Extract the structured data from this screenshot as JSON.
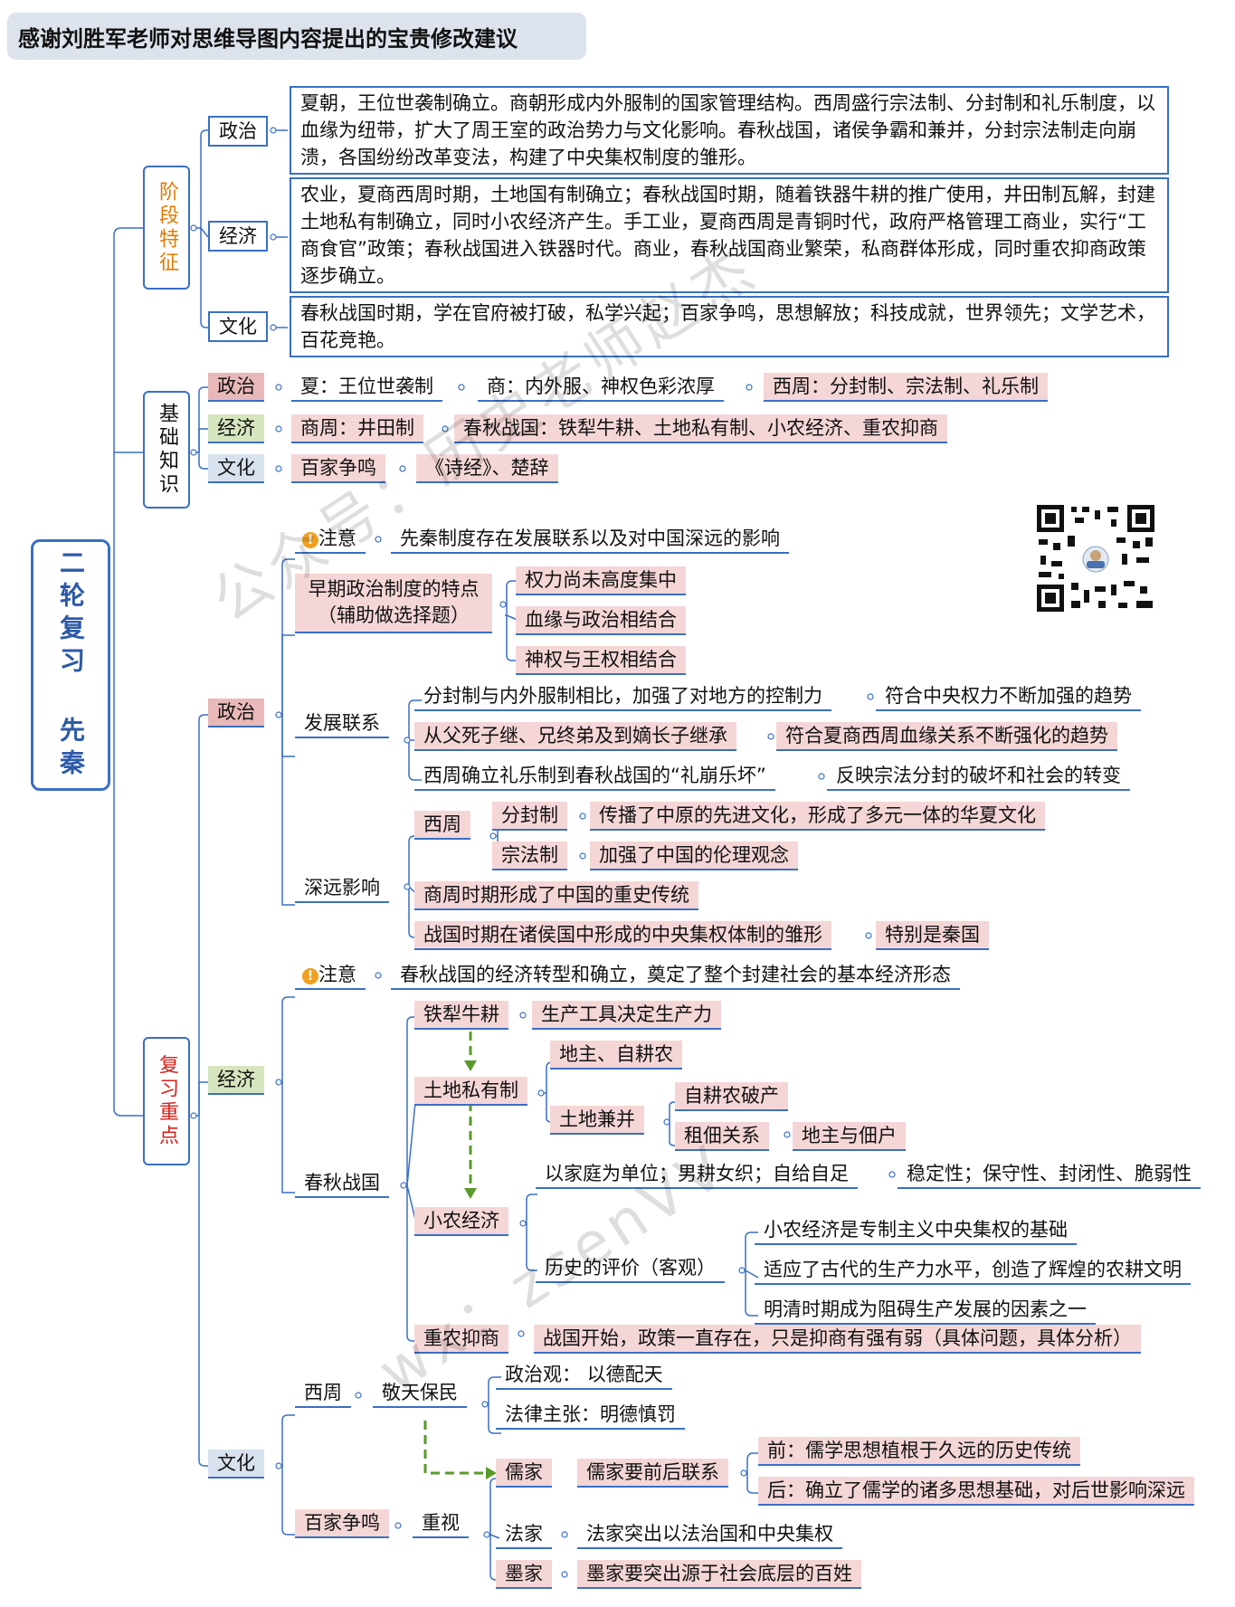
{
  "title": "感谢刘胜军老师对思维导图内容提出的宝贵修改建议",
  "root": "二轮复习 先秦",
  "watermarks": [
    "公众号：历史老师赵杰",
    "wx：zsenVV"
  ],
  "stage": {
    "label": "阶段特征",
    "politics": {
      "label": "政治",
      "text": "夏朝，王位世袭制确立。商朝形成内外服制的国家管理结构。西周盛行宗法制、分封制和礼乐制度，以血缘为纽带，扩大了周王室的政治势力与文化影响。春秋战国，诸侯争霸和兼并，分封宗法制走向崩溃，各国纷纷改革变法，构建了中央集权制度的雏形。"
    },
    "economy": {
      "label": "经济",
      "text": "农业，夏商西周时期，土地国有制确立；春秋战国时期，随着铁器牛耕的推广使用，井田制瓦解，封建土地私有制确立，同时小农经济产生。手工业，夏商西周是青铜时代，政府严格管理工商业，实行“工商食官”政策；春秋战国进入铁器时代。商业，春秋战国商业繁荣，私商群体形成，同时重农抑商政策逐步确立。"
    },
    "culture": {
      "label": "文化",
      "text": "春秋战国时期，学在官府被打破，私学兴起；百家争鸣，思想解放；科技成就，世界领先；文学艺术，百花竞艳。"
    }
  },
  "basics": {
    "label": "基础知识",
    "politics": {
      "label": "政治",
      "items": [
        "夏：王位世袭制",
        "商：内外服、神权色彩浓厚",
        "西周：分封制、宗法制、礼乐制"
      ]
    },
    "economy": {
      "label": "经济",
      "items": [
        "商周：井田制",
        "春秋战国：铁犁牛耕、土地私有制、小农经济、重农抑商"
      ]
    },
    "culture": {
      "label": "文化",
      "items": [
        "百家争鸣",
        "《诗经》、楚辞"
      ]
    }
  },
  "review": {
    "label": "复习重点",
    "politics": {
      "label": "政治",
      "note_label": "注意",
      "note": "先秦制度存在发展联系以及对中国深远的影响",
      "early": {
        "label": "早期政治制度的特点",
        "sub": "（辅助做选择题）",
        "items": [
          "权力尚未高度集中",
          "血缘与政治相结合",
          "神权与王权相结合"
        ]
      },
      "dev": {
        "label": "发展联系",
        "items": [
          [
            "分封制与内外服制相比，加强了对地方的控制力",
            "符合中央权力不断加强的趋势"
          ],
          [
            "从父死子继、兄终弟及到嫡长子继承",
            "符合夏商西周血缘关系不断强化的趋势"
          ],
          [
            "西周确立礼乐制到春秋战国的“礼崩乐坏”",
            "反映宗法分封的破坏和社会的转变"
          ]
        ]
      },
      "impact": {
        "label": "深远影响",
        "xizhou": "西周",
        "fenfeng": [
          "分封制",
          "传播了中原的先进文化，形成了多元一体的华夏文化"
        ],
        "zongfa": [
          "宗法制",
          "加强了中国的伦理观念"
        ],
        "shang": "商周时期形成了中国的重史传统",
        "zhanguo": [
          "战国时期在诸侯国中形成的中央集权体制的雏形",
          "特别是秦国"
        ]
      }
    },
    "economy": {
      "label": "经济",
      "note_label": "注意",
      "note": "春秋战国的经济转型和确立，奠定了整个封建社会的基本经济形态",
      "chunqiu": "春秋战国",
      "tieli": [
        "铁犁牛耕",
        "生产工具决定生产力"
      ],
      "tudi": "土地私有制",
      "dizhu": "地主、自耕农",
      "jianbing": "土地兼并",
      "pochan": "自耕农破产",
      "zudian": [
        "租佃关系",
        "地主与佃户"
      ],
      "xiaonong": "小农经济",
      "jiating": [
        "以家庭为单位；男耕女织；自给自足",
        "稳定性；保守性、封闭性、脆弱性"
      ],
      "pingjia": "历史的评价（客观）",
      "pingjia_items": [
        "小农经济是专制主义中央集权的基础",
        "适应了古代的生产力水平，创造了辉煌的农耕文明",
        "明清时期成为阻碍生产发展的因素之一"
      ],
      "zhongnong": [
        "重农抑商",
        "战国开始，政策一直存在，只是抑商有强有弱（具体问题，具体分析）"
      ]
    },
    "culture": {
      "label": "文化",
      "xizhou": "西周",
      "jingtian": "敬天保民",
      "zhengzhi": "政治观： 以德配天",
      "falv": "法律主张：明德慎罚",
      "baijia": "百家争鸣",
      "zhongshi": "重视",
      "rujia": [
        "儒家",
        "儒家要前后联系"
      ],
      "qian": "前：儒学思想植根于久远的历史传统",
      "hou": "后：确立了儒学的诸多思想基础，对后世影响深远",
      "fajia": [
        "法家",
        "法家突出以法治国和中央集权"
      ],
      "mojia": [
        "墨家",
        "墨家要突出源于社会底层的百姓"
      ]
    }
  }
}
